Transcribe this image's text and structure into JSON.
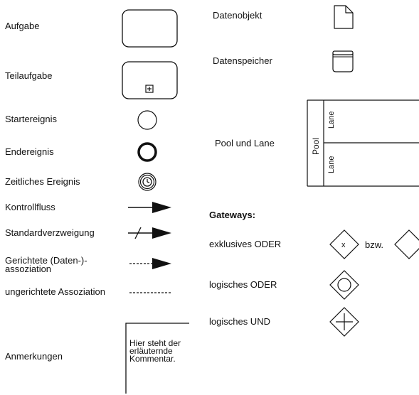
{
  "left_labels": {
    "task": "Aufgabe",
    "subtask": "Teilaufgabe",
    "start_event": "Startereignis",
    "end_event": "Endereignis",
    "timer_event": "Zeitliches Ereignis",
    "sequence_flow": "Kontrollfluss",
    "default_flow": "Standardverzweigung",
    "directed_association_line1": "Gerichtete (Daten-)-",
    "directed_association_line2": "assoziation",
    "undirected_association": "ungerichtete Assoziation",
    "annotation": "Anmerkungen"
  },
  "annotation_text": "Hier steht der erläuternde Kommentar.",
  "right_labels": {
    "data_object": "Datenobjekt",
    "data_store": "Datenspeicher",
    "pool_and_lane": "Pool und Lane",
    "gateways_heading": "Gateways:",
    "exclusive_or": "exklusives ODER",
    "exclusive_or_alt": "bzw.",
    "inclusive_or": "logisches ODER",
    "parallel_and": "logisches UND"
  },
  "pool": {
    "pool_label": "Pool",
    "lane1_label": "Lane",
    "lane2_label": "Lane"
  },
  "gateway_marker_x": "x",
  "subprocess_marker": "⊞",
  "colors": {
    "stroke": "#111111",
    "background": "#ffffff"
  }
}
